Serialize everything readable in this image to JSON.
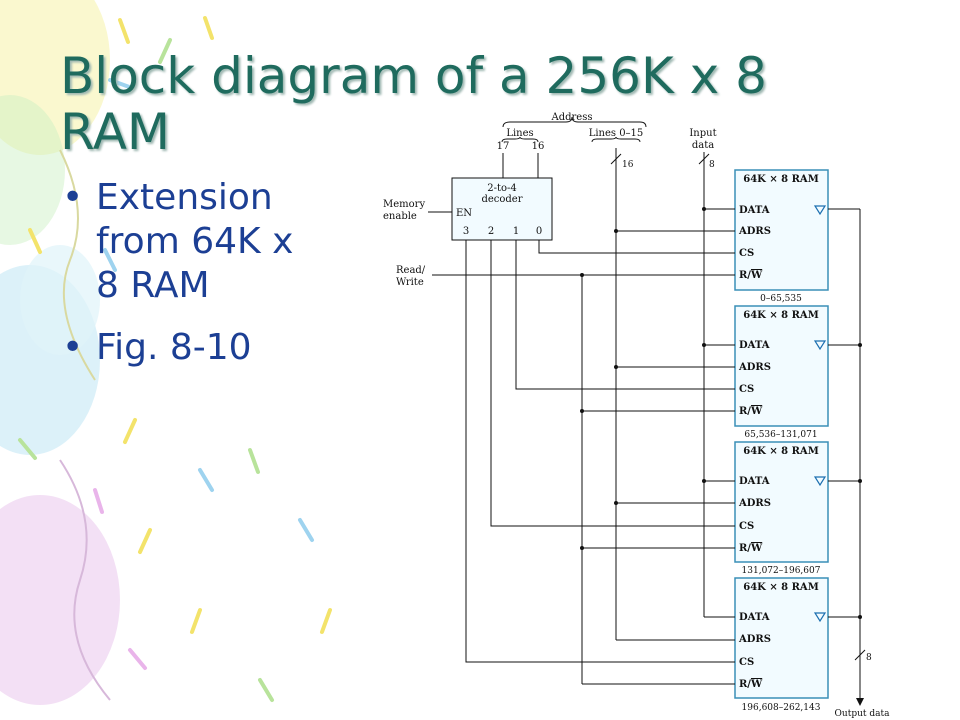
{
  "slide": {
    "title_line1": "Block diagram of a 256K x 8",
    "title_line2": "RAM",
    "bullets": [
      {
        "lines": [
          "Extension",
          "from 64K x",
          "8 RAM"
        ]
      },
      {
        "lines": [
          "Fig. 8-10"
        ]
      }
    ]
  },
  "diagram": {
    "address_label": "Address",
    "lines_label": "Lines",
    "lines_0_15_label": "Lines 0–15",
    "bit_17": "17",
    "bit_16": "16",
    "address_width": "16",
    "input_data_line1": "Input",
    "input_data_line2": "data",
    "input_width": "8",
    "memory_enable_line1": "Memory",
    "memory_enable_line2": "enable",
    "read_write_line1": "Read/",
    "read_write_line2": "Write",
    "decoder_line1": "2-to-4",
    "decoder_line2": "decoder",
    "decoder_en": "EN",
    "decoder_outputs": [
      "3",
      "2",
      "1",
      "0"
    ],
    "chips": [
      {
        "title": "64K × 8 RAM",
        "range": "0–65,535"
      },
      {
        "title": "64K × 8 RAM",
        "range": "65,536–131,071"
      },
      {
        "title": "64K × 8 RAM",
        "range": "131,072–196,607"
      },
      {
        "title": "64K × 8 RAM",
        "range": "196,608–262,143"
      }
    ],
    "pin_data": "DATA",
    "pin_adrs": "ADRS",
    "pin_cs": "CS",
    "pin_rw_r": "R/",
    "pin_rw_w": "W",
    "output_width": "8",
    "output_label": "Output data"
  },
  "colors": {
    "title": "#1f6b5e",
    "bullet_text": "#1c3f94",
    "ram_border": "#3a8fb7",
    "ram_fill": "#f2fbff",
    "decoder_fill": "#f2fbff"
  }
}
